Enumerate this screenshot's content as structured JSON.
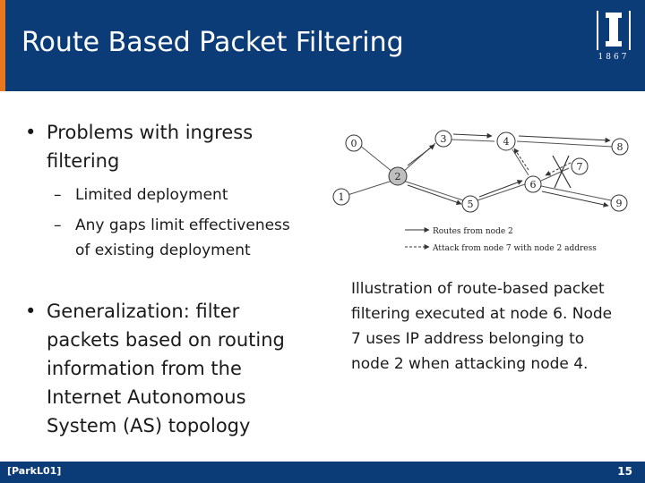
{
  "slide": {
    "title": "Route Based Packet Filtering",
    "logo_year": "1867",
    "bullets": [
      "Problems with ingress filtering",
      "Generalization: filter packets based on routing information from the Internet Autonomous System (AS) topology"
    ],
    "sub_bullets": [
      "Limited deployment",
      "Any gaps limit effectiveness of existing deployment"
    ],
    "caption": "Illustration of route-based packet filtering executed at node 6. Node 7 uses IP address belonging to node 2 when attacking node 4.",
    "citation": "[ParkL01]",
    "page_number": "15"
  },
  "figure": {
    "nodes": [
      "0",
      "1",
      "2",
      "3",
      "4",
      "5",
      "6",
      "7",
      "8",
      "9"
    ],
    "legend": {
      "routes": "Routes from node 2",
      "attack": "Attack from node 7 with node 2 address"
    }
  }
}
